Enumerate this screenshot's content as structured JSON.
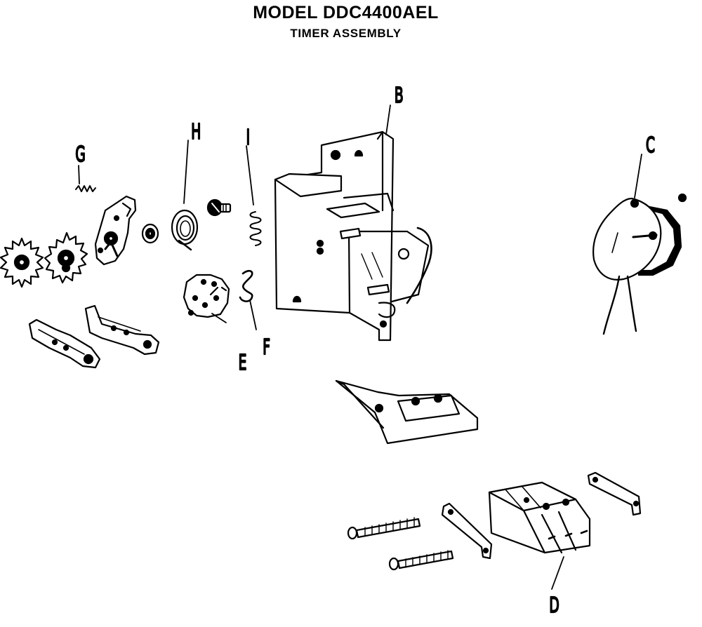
{
  "header": {
    "model": "MODEL DDC4400AEL",
    "assembly": "TIMER ASSEMBLY"
  },
  "callouts": {
    "B": "B",
    "C": "C",
    "D": "D",
    "E": "E",
    "F": "F",
    "G": "G",
    "H": "H",
    "I": "I"
  }
}
